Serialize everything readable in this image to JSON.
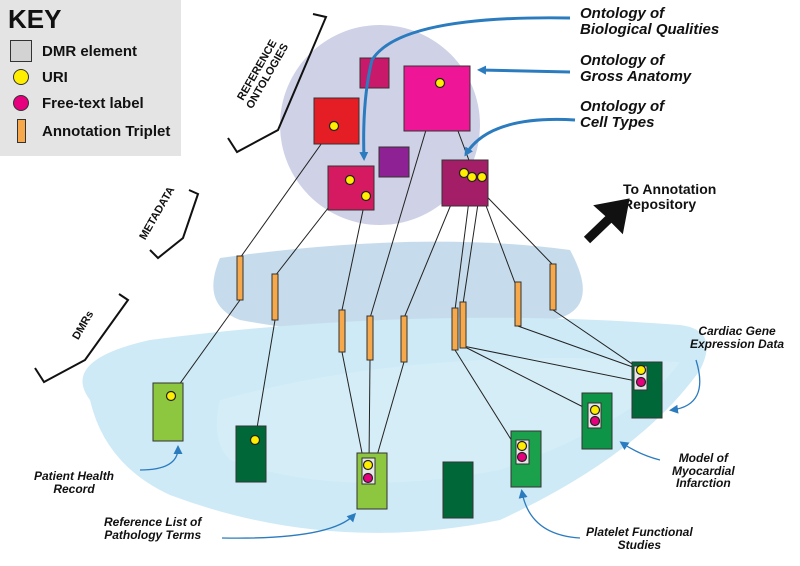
{
  "key": {
    "title": "KEY",
    "items": [
      {
        "symbol": "gray-square",
        "label": "DMR element"
      },
      {
        "symbol": "yellow-circle",
        "label": "URI"
      },
      {
        "symbol": "magenta-circle",
        "label": "Free-text label"
      },
      {
        "symbol": "orange-bar",
        "label": "Annotation Triplet"
      }
    ]
  },
  "sections": {
    "reference_ontologies": [
      "REFERENCE",
      "ONTOLOGIES"
    ],
    "metadata": "METADATA",
    "dmrs": "DMRs"
  },
  "ontologies": {
    "biological_qualities": [
      "Ontology of",
      "Biological Qualities"
    ],
    "gross_anatomy": [
      "Ontology of",
      "Gross Anatomy"
    ],
    "cell_types": [
      "Ontology of",
      "Cell Types"
    ]
  },
  "repository": [
    "To Annotation",
    "Repository"
  ],
  "dmr_labels": {
    "cardiac": [
      "Cardiac Gene",
      "Expression Data"
    ],
    "patient": [
      "Patient Health",
      "Record"
    ],
    "myocardial": [
      "Model of",
      "Myocardial",
      "Infarction"
    ],
    "pathology": [
      "Reference List of",
      "Pathology Terms"
    ],
    "platelet": [
      "Platelet Functional",
      "Studies"
    ]
  },
  "colors": {
    "ontology_circle": "#cfd2e6",
    "metadata_band": "#c6dcec",
    "dmr_band": "#cdeaf6",
    "arrow_blue": "#2b7bbf",
    "triplet": "#f7a84a",
    "uri": "#ffee00",
    "free_text": "#e6007e"
  }
}
